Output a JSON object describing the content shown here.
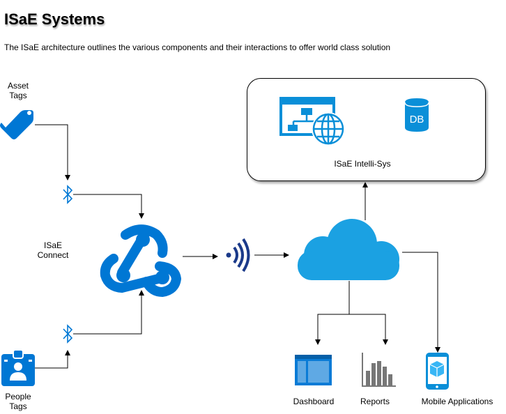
{
  "header": {
    "title": "ISaE Systems",
    "subtitle": "The ISaE architecture outlines the various components and their interactions to offer world class solution"
  },
  "nodes": {
    "asset_tags": {
      "label_line1": "Asset",
      "label_line2": "Tags",
      "icon": "tag-icon"
    },
    "people_tags": {
      "label_line1": "People",
      "label_line2": "Tags",
      "icon": "id-badge-icon"
    },
    "connect": {
      "label_line1": "ISaE",
      "label_line2": "Connect",
      "icon": "webhook-icon"
    },
    "wireless": {
      "icon": "wireless-signal-icon"
    },
    "cloud": {
      "icon": "cloud-icon"
    },
    "intelli_sys": {
      "label": "ISaE Intelli-Sys",
      "db_text": "DB",
      "icons": [
        "web-app-icon",
        "database-icon"
      ]
    },
    "dashboard": {
      "label": "Dashboard",
      "icon": "dashboard-icon"
    },
    "reports": {
      "label": "Reports",
      "icon": "bar-chart-icon"
    },
    "mobile": {
      "label": "Mobile Applications",
      "icon": "mobile-app-icon"
    },
    "bluetooth": {
      "icon": "bluetooth-icon"
    }
  },
  "colors": {
    "icon_blue": "#0077d4",
    "cloud_blue": "#1ba1e2",
    "dark_blue": "#1b3a8a",
    "light_blue": "#38b6f5",
    "gray": "#777777",
    "edge": "#000000"
  }
}
